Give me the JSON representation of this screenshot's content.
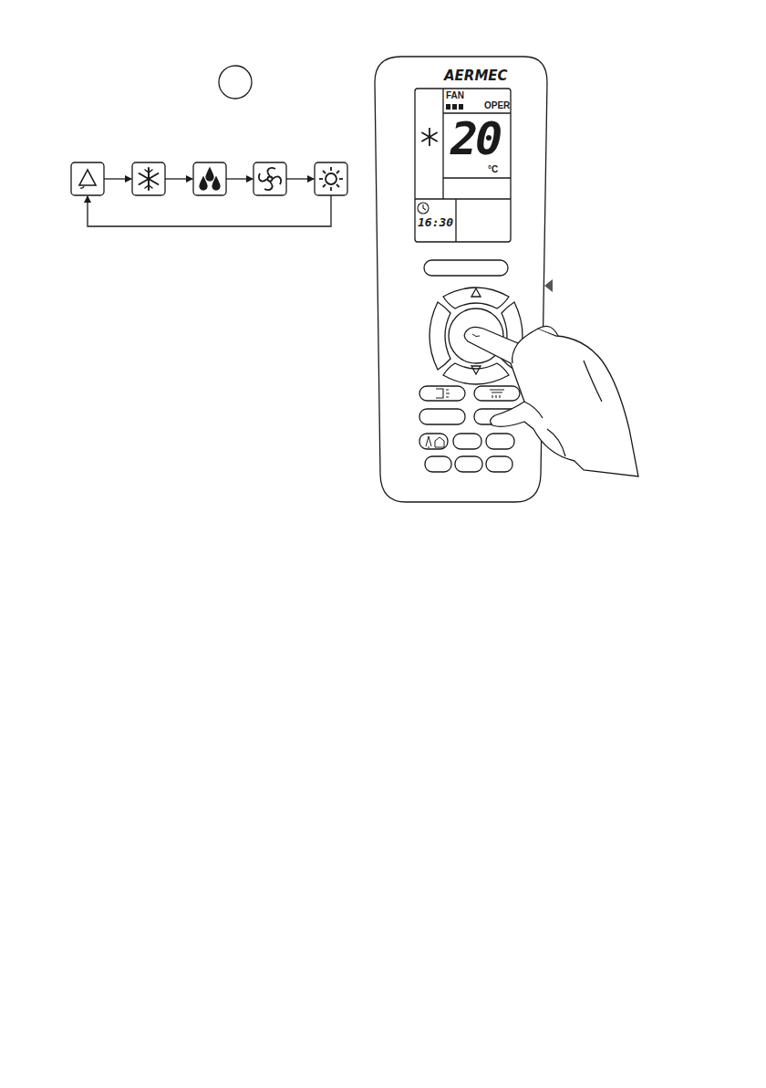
{
  "diagram": {
    "labels": [
      "AERMEC",
      "FAN",
      "OPER",
      "20",
      "°C",
      "16:30"
    ]
  }
}
